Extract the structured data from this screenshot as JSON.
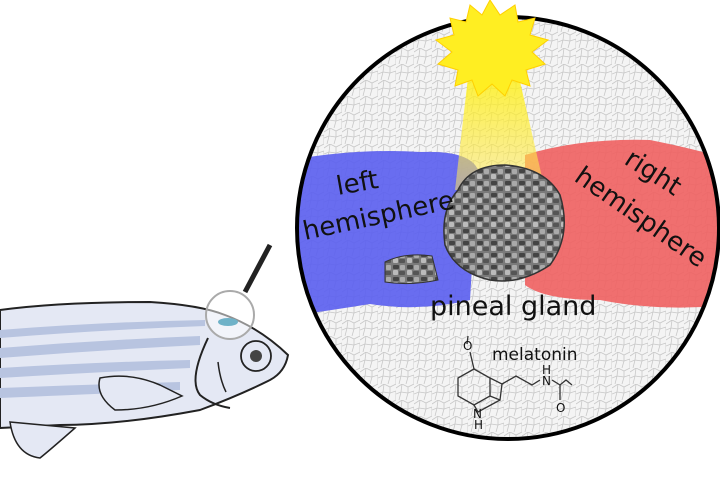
{
  "labels": {
    "left_hemisphere": [
      "left",
      "hemisphere"
    ],
    "right_hemisphere": [
      "right",
      "hemisphere"
    ],
    "pineal_gland": "pineal gland",
    "melatonin": "melatonin"
  },
  "molecule_atoms": {
    "oxygen_methoxy": "O",
    "amide_h": "H",
    "amide_n": "N",
    "carbonyl_o": "O",
    "indole_n": "N",
    "indole_h": "H"
  },
  "colors": {
    "left_hemisphere": "#5a5ef0",
    "right_hemisphere": "#f06060",
    "sun": "#ffee22",
    "gland": "#6a6a6a",
    "fish_body": "#e4e8f4",
    "fish_stripes": "#b8c4e0"
  }
}
